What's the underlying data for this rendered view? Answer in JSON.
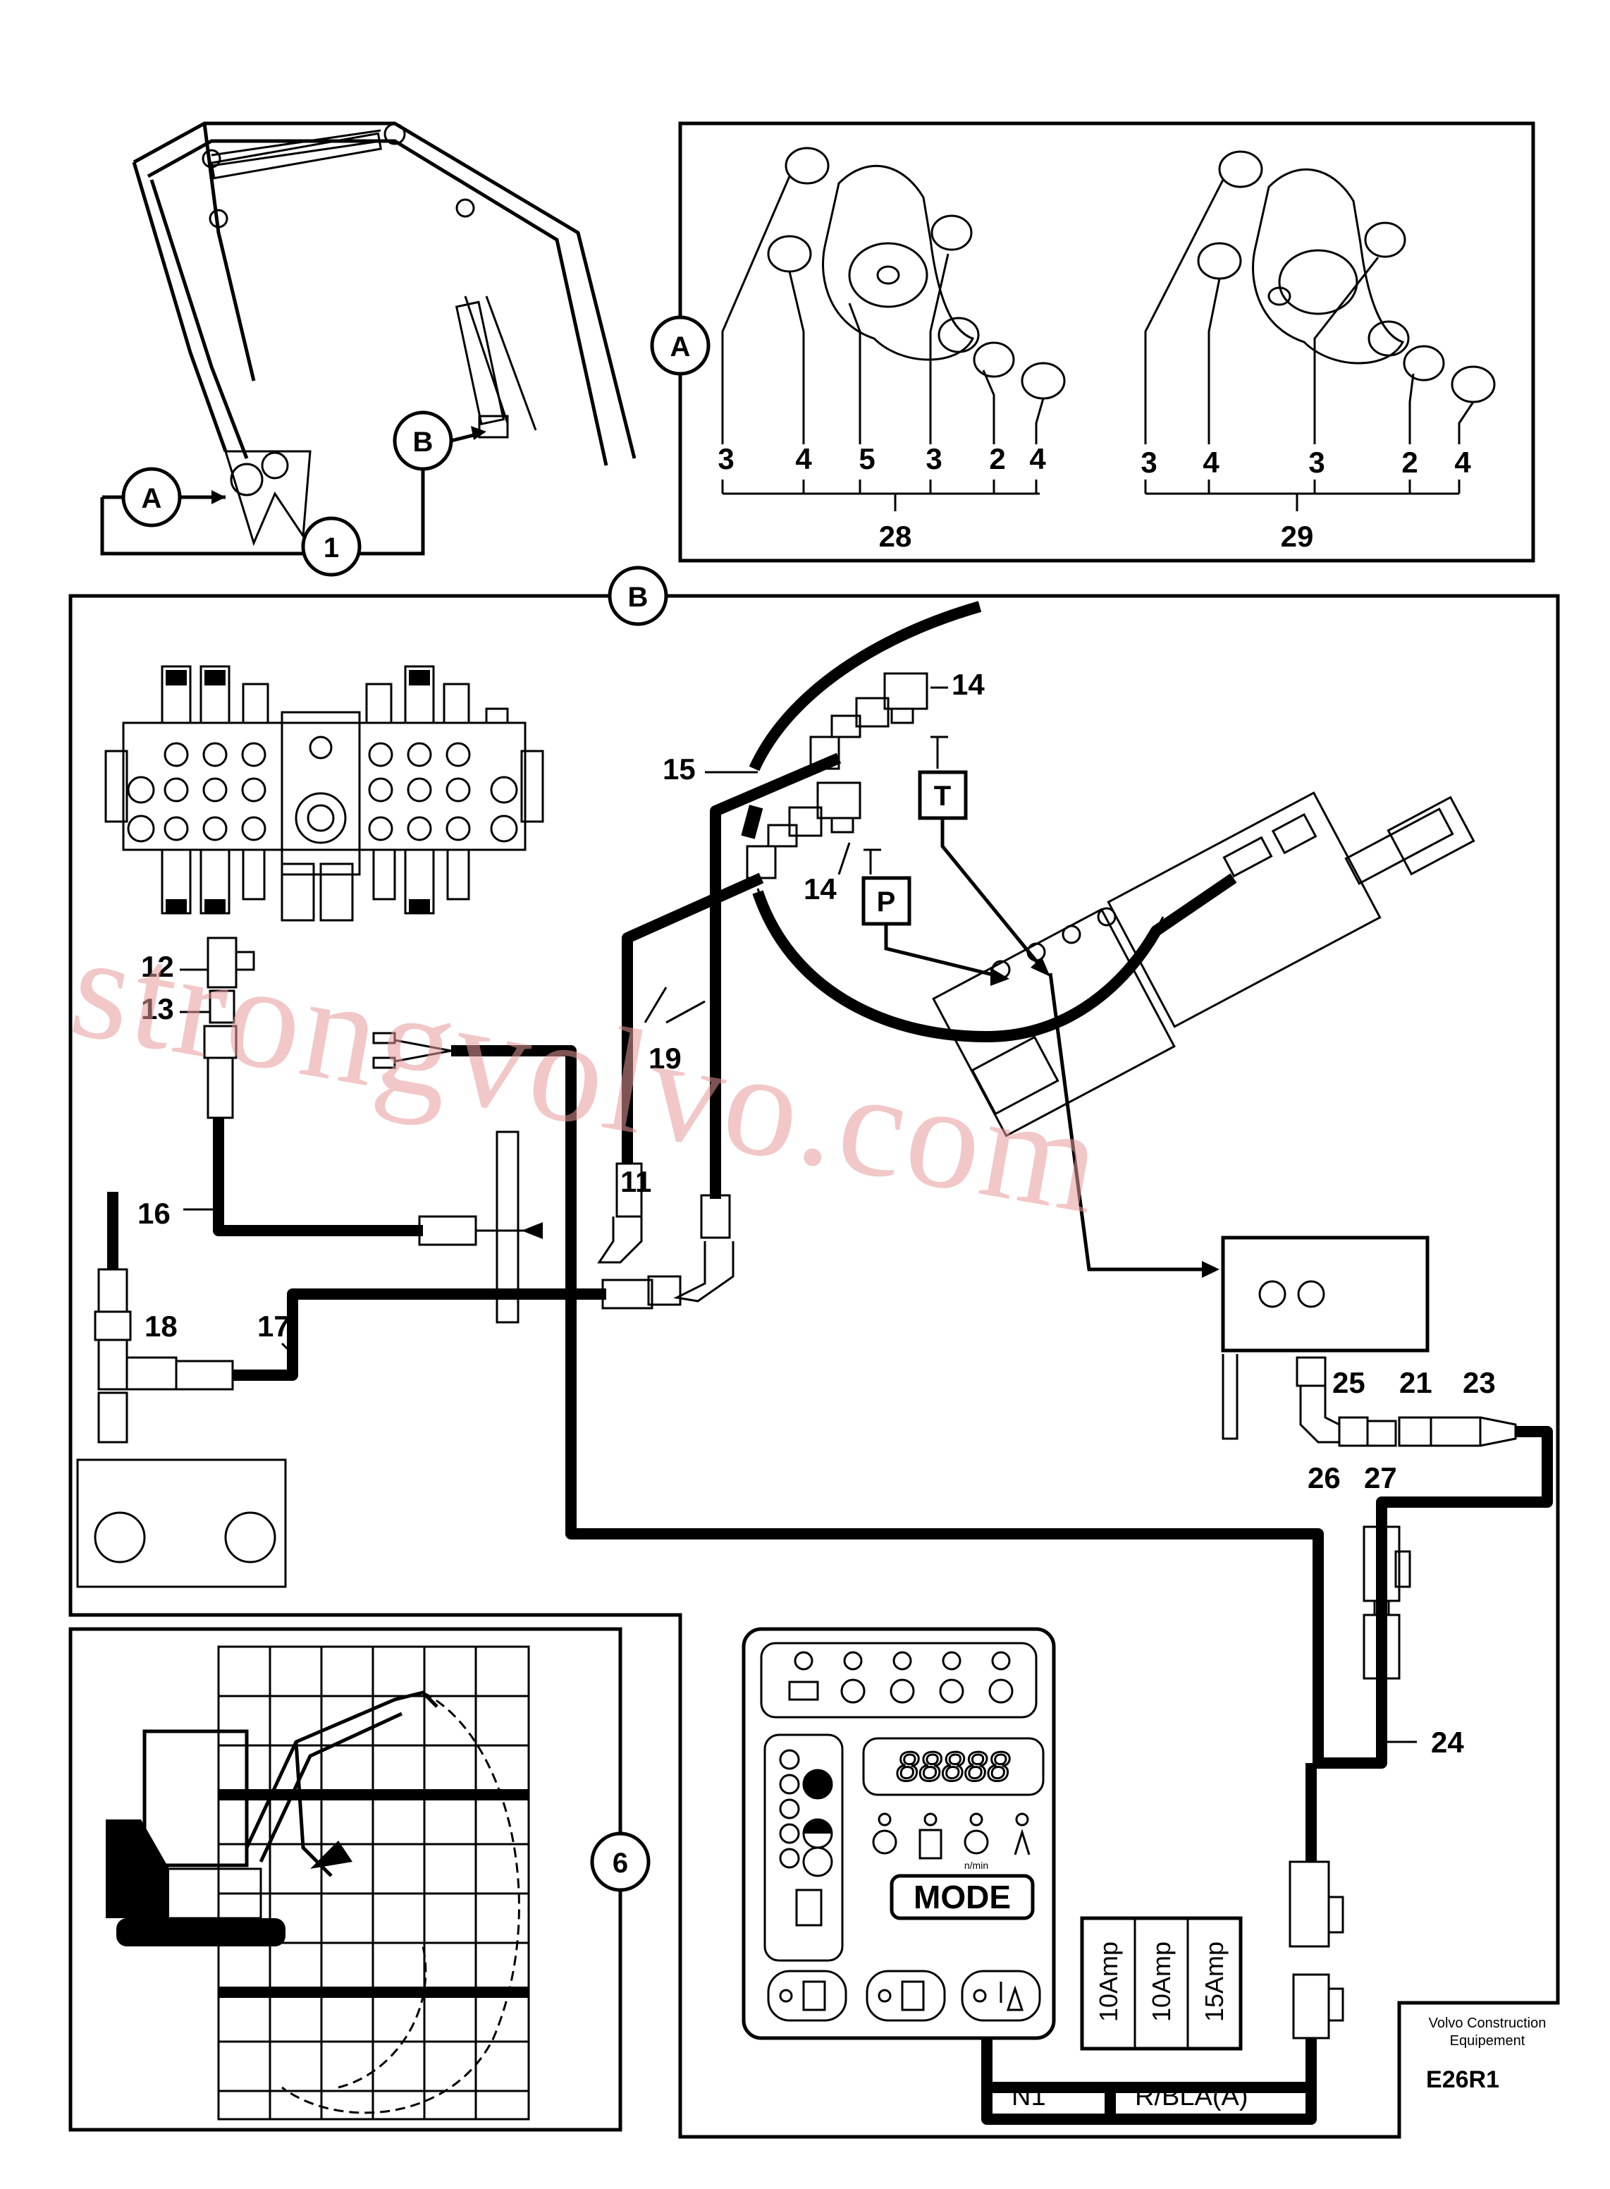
{
  "callouts": {
    "A": "A",
    "B": "B",
    "one": "1",
    "six": "6"
  },
  "detail_a": {
    "left_numbers": [
      "3",
      "4",
      "5",
      "3",
      "2",
      "4"
    ],
    "left_group": "28",
    "right_numbers": [
      "3",
      "4",
      "3",
      "2",
      "4"
    ],
    "right_group": "29"
  },
  "detail_b": {
    "n14a": "14",
    "n14b": "14",
    "n15": "15",
    "n12": "12",
    "n13": "13",
    "n19": "19",
    "n11": "11",
    "n16": "16",
    "n18": "18",
    "n17": "17",
    "n25": "25",
    "n21": "21",
    "n23": "23",
    "n26": "26",
    "n27": "27",
    "n24": "24",
    "T": "T",
    "P": "P"
  },
  "panel": {
    "display": "88888",
    "mode": "MODE",
    "rpm_unit": "n/min"
  },
  "fuses": [
    "10Amp",
    "10Amp",
    "15Amp"
  ],
  "wires": {
    "n1": "N1",
    "rbla": "R/BLA(A)"
  },
  "footer": {
    "company_line1": "Volvo Construction",
    "company_line2": "Equipement",
    "code": "E26R1"
  },
  "watermark": "strongvolvo.com",
  "colors": {
    "line": "#000000",
    "watermark": "#e89a9a"
  }
}
